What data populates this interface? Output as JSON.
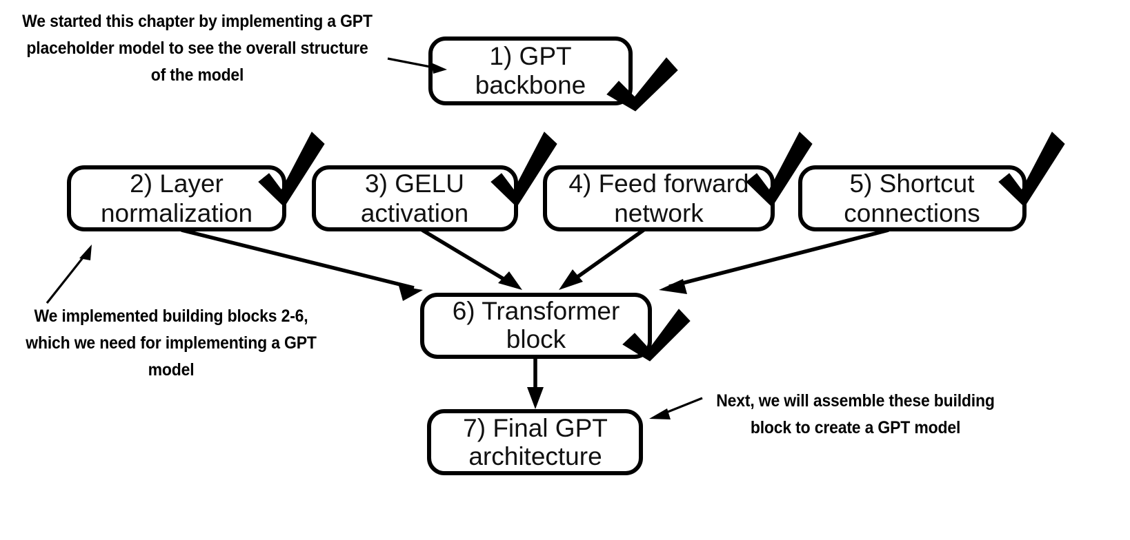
{
  "diagram": {
    "title": "GPT model building blocks overview",
    "background_color": "#ffffff",
    "stroke_color": "#000000",
    "check_color": "#000000"
  },
  "boxes": [
    {
      "id": "gpt-backbone",
      "number": "1)",
      "line1": "1) GPT",
      "line2": "backbone",
      "checked": true
    },
    {
      "id": "layer-normalization",
      "number": "2)",
      "line1": "2) Layer",
      "line2": "normalization",
      "checked": true
    },
    {
      "id": "gelu-activation",
      "number": "3)",
      "line1": "3) GELU",
      "line2": "activation",
      "checked": true
    },
    {
      "id": "feed-forward-network",
      "number": "4)",
      "line1": "4) Feed forward",
      "line2": "network",
      "checked": true
    },
    {
      "id": "shortcut-connections",
      "number": "5)",
      "line1": "5) Shortcut",
      "line2": "connections",
      "checked": true
    },
    {
      "id": "transformer-block",
      "number": "6)",
      "line1": "6) Transformer",
      "line2": "block",
      "checked": true
    },
    {
      "id": "final-gpt-architecture",
      "number": "7)",
      "line1": "7) Final GPT",
      "line2": "architecture",
      "checked": false
    }
  ],
  "annotations": {
    "top_left": "We started this chapter by implementing a GPT placeholder model to see the overall structure of the model",
    "mid_left": "We implemented building blocks 2-6, which we need for implementing a GPT model",
    "bottom_right": "Next, we will assemble these building block to create a GPT model"
  }
}
